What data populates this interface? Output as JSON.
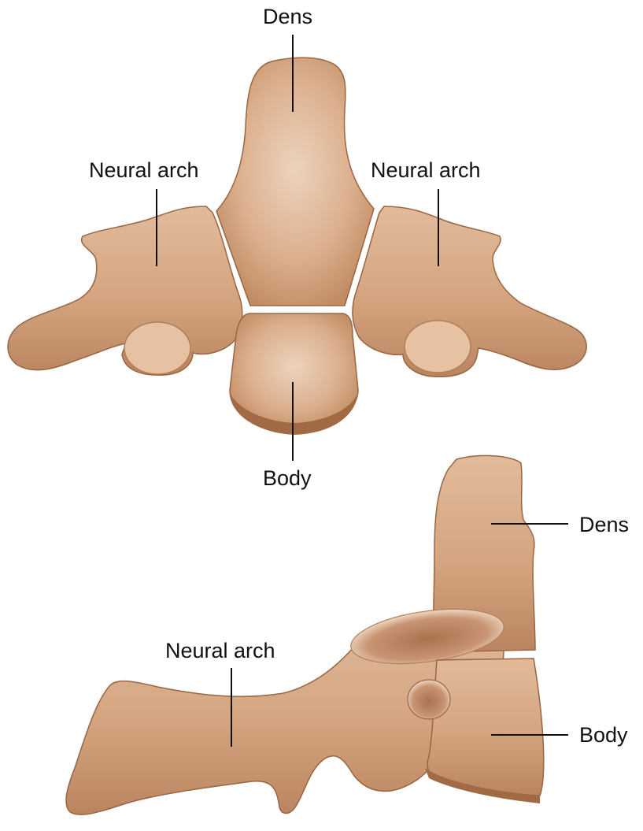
{
  "top_view": {
    "labels": {
      "dens": "Dens",
      "neural_arch_left": "Neural arch",
      "neural_arch_right": "Neural arch",
      "body": "Body"
    }
  },
  "side_view": {
    "labels": {
      "dens": "Dens",
      "neural_arch": "Neural arch",
      "body": "Body"
    }
  },
  "colors": {
    "bone": "#d7aa86",
    "bone_dark": "#b27e57",
    "bone_light": "#ecd3bd",
    "bone_edge": "#8e5c3a",
    "line": "#111111"
  }
}
